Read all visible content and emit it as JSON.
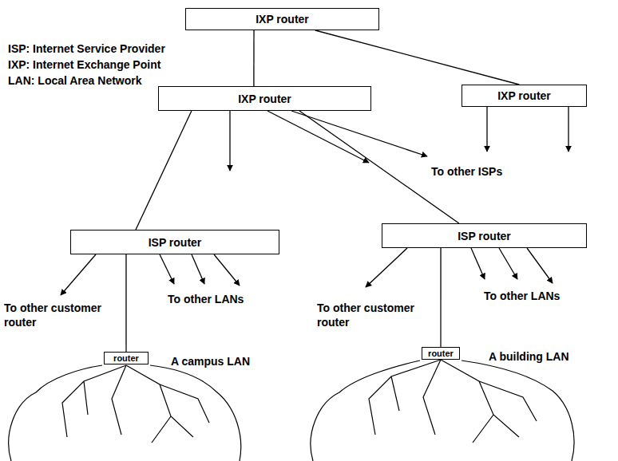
{
  "diagram": {
    "nodes": [
      {
        "text": [
          "IXP router"
        ]
      },
      {
        "text": [
          "IXP router"
        ]
      },
      {
        "text": [
          "IXP router"
        ]
      },
      {
        "text": [
          "ISP router"
        ]
      },
      {
        "text": [
          "ISP router"
        ]
      },
      {
        "text": [
          "router"
        ]
      },
      {
        "text": [
          "router"
        ]
      }
    ],
    "edges": [
      {
        "from": 0,
        "to": 1,
        "arrow": "none"
      },
      {
        "from": 0,
        "to": 2,
        "arrow": "none"
      },
      {
        "from": 1,
        "to": 3,
        "arrow": "none"
      },
      {
        "from": 1,
        "to": 4,
        "arrow": "none"
      },
      {
        "from": 3,
        "to": 5,
        "arrow": "none"
      },
      {
        "from": 4,
        "to": 6,
        "arrow": "none"
      }
    ],
    "labels": [
      "ISP: Internet Service Provider",
      "IXP: Internet Exchange Point",
      "LAN: Local Area Network",
      "To other ISPs",
      "To other customer router",
      "To other LANs",
      "A campus LAN",
      "To other customer router",
      "To other LANs",
      "A building LAN"
    ]
  }
}
